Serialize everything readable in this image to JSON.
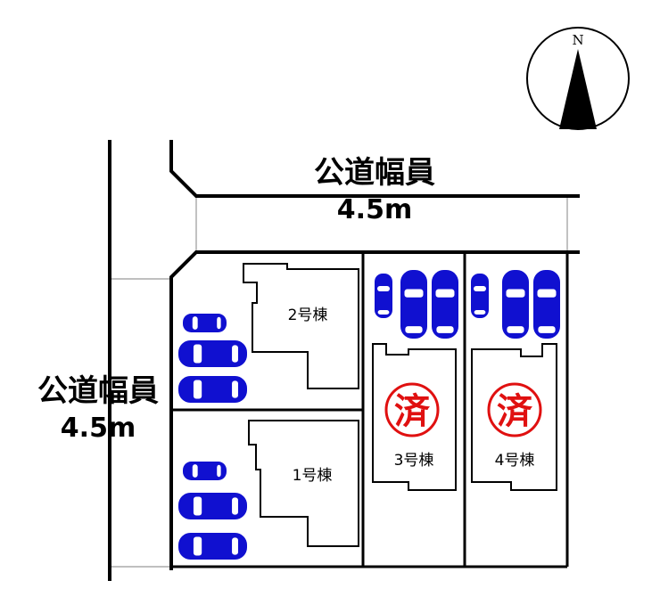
{
  "roads": {
    "top": {
      "label": "公道幅員",
      "width": "4.5m"
    },
    "left": {
      "label": "公道幅員",
      "width": "4.5m"
    }
  },
  "compass": {
    "label": "N"
  },
  "lots": [
    {
      "name": "1号棟",
      "sold": false
    },
    {
      "name": "2号棟",
      "sold": false
    },
    {
      "name": "3号棟",
      "sold": true,
      "stamp": "済"
    },
    {
      "name": "4号棟",
      "sold": true,
      "stamp": "済"
    }
  ],
  "colors": {
    "car": "#1010d0",
    "stamp": "#e01010"
  }
}
